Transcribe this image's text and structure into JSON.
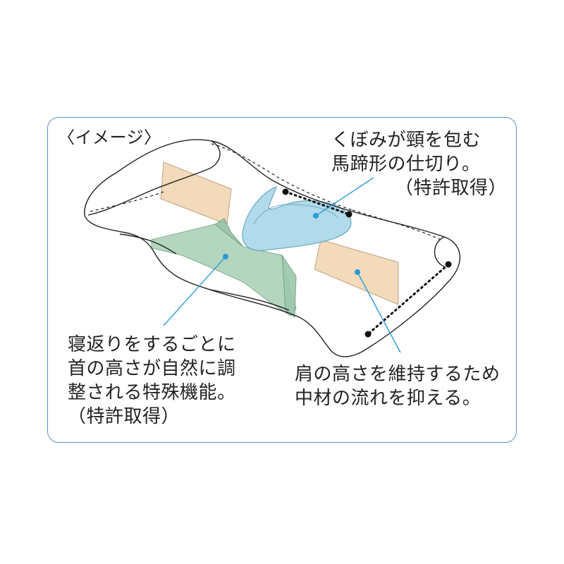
{
  "diagram": {
    "image_label": "〈イメージ〉",
    "kubomi_callout": {
      "line1": "くぼみが頸を包む",
      "line2": "馬蹄形の仕切り。",
      "line3": "（特許取得）"
    },
    "negaeri_callout": {
      "line1": "寝返りをするごとに",
      "line2": "首の高さが自然に調",
      "line3": "整される特殊機能。",
      "line4": "（特許取得）"
    },
    "kata_callout": {
      "line1": "肩の高さを維持するため",
      "line2": "中材の流れを抑える。"
    },
    "colors": {
      "frame_border": "#5b8fd0",
      "leader_line": "#2b9ad8",
      "partition_beige": "#f1d6b4",
      "partition_green": "#a8cfb4",
      "partition_blue": "#a9d7e8",
      "outline": "#222222"
    }
  }
}
